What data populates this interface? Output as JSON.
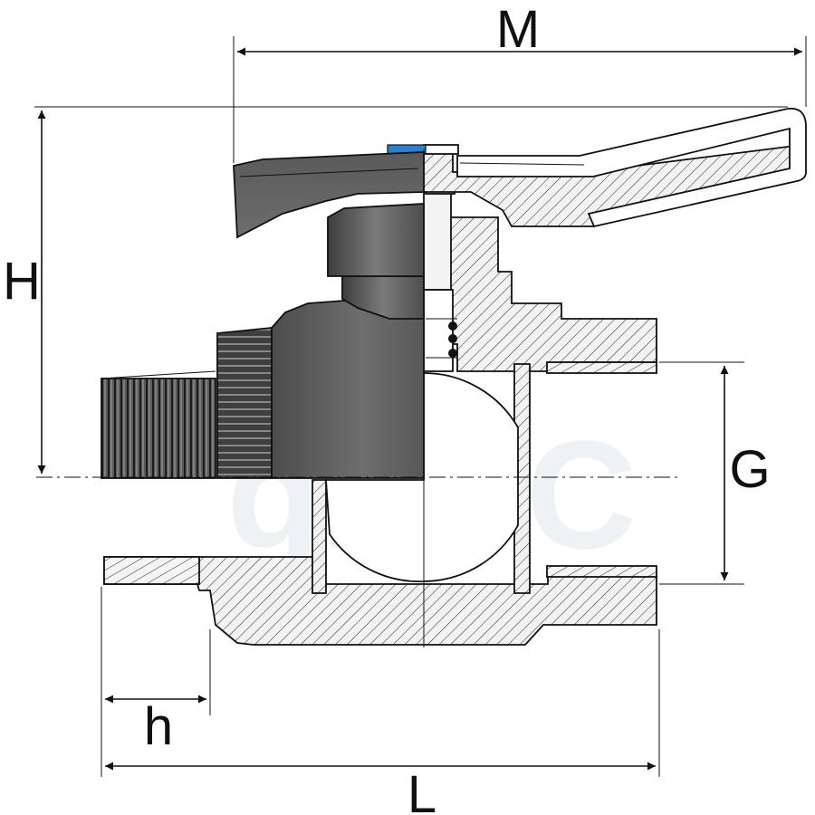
{
  "dimensions": {
    "M": "M",
    "H": "H",
    "G": "G",
    "h": "h",
    "L": "L"
  },
  "watermark": "gHTC",
  "colors": {
    "body_dark": "#4a4a4a",
    "body_mid": "#6b6b6b",
    "section_fill": "#e8e8e8",
    "indicator_blue": "#2d7fd0"
  }
}
